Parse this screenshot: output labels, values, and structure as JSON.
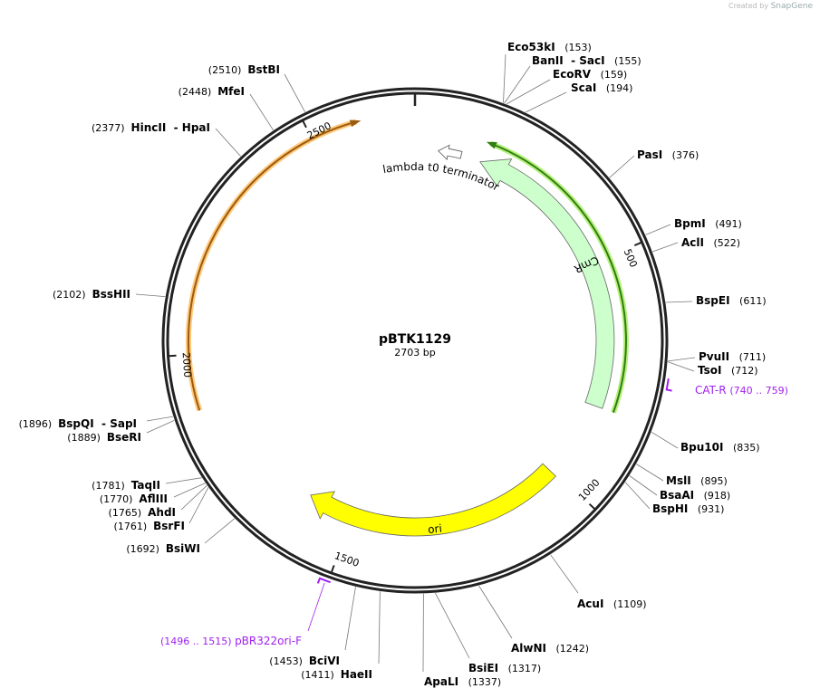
{
  "credit": {
    "prefix": "Created by",
    "brand": "SnapGene"
  },
  "plasmid": {
    "name": "pBTK1129",
    "length_label": "2703 bp",
    "length": 2703
  },
  "ticks": [
    "500",
    "1000",
    "1500",
    "2000",
    "2500"
  ],
  "features": [
    {
      "name": "CmR",
      "type": "marker",
      "color": "#ccffcc",
      "direction": "reverse"
    },
    {
      "name": "ori",
      "type": "rep_origin",
      "color": "#ffff00",
      "direction": "forward"
    },
    {
      "name": "lambda t0 terminator",
      "type": "terminator",
      "color": "#ffffff"
    }
  ],
  "orfs": [
    {
      "color": "#2e7d12",
      "glow": "#b6f07a"
    },
    {
      "color": "#9a5a10",
      "glow": "#ffc878"
    }
  ],
  "primers": [
    {
      "name": "CAT-R",
      "range": "(740 .. 759)",
      "color": "#a020f0"
    },
    {
      "name": "pBR322ori-F",
      "range": "(1496 .. 1515)",
      "color": "#a020f0"
    }
  ],
  "enzymes": [
    {
      "name": "Eco53kI",
      "pos": "(153)",
      "bp": 153
    },
    {
      "name": "BanII  - SacI",
      "pos": "(155)",
      "bp": 155
    },
    {
      "name": "EcoRV",
      "pos": "(159)",
      "bp": 159
    },
    {
      "name": "ScaI",
      "pos": "(194)",
      "bp": 194
    },
    {
      "name": "PasI",
      "pos": "(376)",
      "bp": 376
    },
    {
      "name": "BpmI",
      "pos": "(491)",
      "bp": 491
    },
    {
      "name": "AclI",
      "pos": "(522)",
      "bp": 522
    },
    {
      "name": "BspEI",
      "pos": "(611)",
      "bp": 611
    },
    {
      "name": "PvuII",
      "pos": "(711)",
      "bp": 711
    },
    {
      "name": "TsoI",
      "pos": "(712)",
      "bp": 712
    },
    {
      "name": "Bpu10I",
      "pos": "(835)",
      "bp": 835
    },
    {
      "name": "MslI",
      "pos": "(895)",
      "bp": 895
    },
    {
      "name": "BsaAI",
      "pos": "(918)",
      "bp": 918
    },
    {
      "name": "BspHI",
      "pos": "(931)",
      "bp": 931
    },
    {
      "name": "AcuI",
      "pos": "(1109)",
      "bp": 1109
    },
    {
      "name": "AlwNI",
      "pos": "(1242)",
      "bp": 1242
    },
    {
      "name": "BsiEI",
      "pos": "(1317)",
      "bp": 1317
    },
    {
      "name": "ApaLI",
      "pos": "(1337)",
      "bp": 1337
    },
    {
      "name": "HaeII",
      "pos": "(1411)",
      "bp": 1411
    },
    {
      "name": "BciVI",
      "pos": "(1453)",
      "bp": 1453
    },
    {
      "name": "BsiWI",
      "pos": "(1692)",
      "bp": 1692
    },
    {
      "name": "BsrFI",
      "pos": "(1761)",
      "bp": 1761
    },
    {
      "name": "AhdI",
      "pos": "(1765)",
      "bp": 1765
    },
    {
      "name": "AflIII",
      "pos": "(1770)",
      "bp": 1770
    },
    {
      "name": "TaqII",
      "pos": "(1781)",
      "bp": 1781
    },
    {
      "name": "BseRI",
      "pos": "(1889)",
      "bp": 1889
    },
    {
      "name": "BspQI  - SapI",
      "pos": "(1896)",
      "bp": 1896
    },
    {
      "name": "BssHII",
      "pos": "(2102)",
      "bp": 2102
    },
    {
      "name": "HincII  - HpaI",
      "pos": "(2377)",
      "bp": 2377
    },
    {
      "name": "MfeI",
      "pos": "(2448)",
      "bp": 2448
    },
    {
      "name": "BstBI",
      "pos": "(2510)",
      "bp": 2510
    }
  ]
}
